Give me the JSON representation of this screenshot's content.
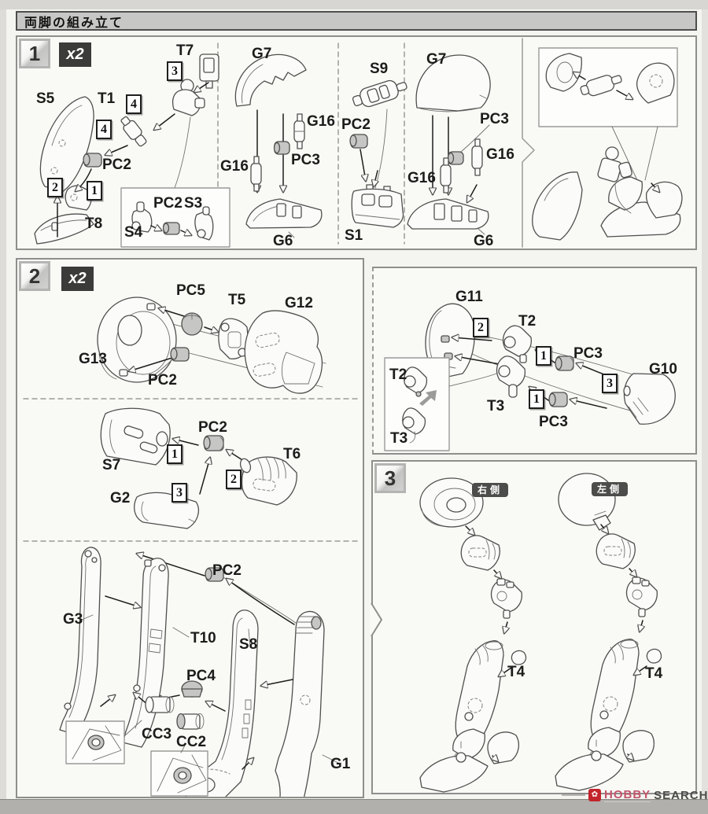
{
  "header": {
    "title": "両脚の組み立て"
  },
  "watermark": {
    "brand_hobby": "HOBBY",
    "brand_search": "SEARCH"
  },
  "panel1": {
    "step": "1",
    "multiplier": "x2",
    "sec1_labels": [
      "T7",
      "S5",
      "T1",
      "PC2",
      "T8"
    ],
    "sec1_order": [
      "3",
      "4",
      "4",
      "2",
      "1"
    ],
    "sec1_inset_labels": [
      "PC2",
      "S3",
      "S4"
    ],
    "sec2_labels": [
      "G7",
      "G16",
      "PC3",
      "G16",
      "G6"
    ],
    "sec3_labels": [
      "S9",
      "PC2",
      "S1"
    ],
    "sec4_labels": [
      "G7",
      "PC3",
      "G16",
      "G16",
      "G6"
    ]
  },
  "panel2": {
    "step": "2",
    "multiplier": "x2",
    "row1_labels": [
      "PC5",
      "T5",
      "G12",
      "G13",
      "PC2"
    ],
    "row2_labels": [
      "PC2",
      "S7",
      "G2",
      "T6"
    ],
    "row2_order": [
      "1",
      "3",
      "2"
    ],
    "row3_labels": [
      "PC2",
      "G3",
      "T10",
      "S8",
      "PC4",
      "CC3",
      "CC2",
      "G1"
    ],
    "right_labels": [
      "G11",
      "T2",
      "PC3",
      "G10",
      "T3",
      "PC3"
    ],
    "right_order": [
      "2",
      "1",
      "3",
      "1"
    ],
    "right_inset_labels": [
      "T2",
      "T3"
    ]
  },
  "panel3": {
    "step": "3",
    "side_right": "右側",
    "side_left": "左側",
    "labels": [
      "T4",
      "T4"
    ]
  }
}
